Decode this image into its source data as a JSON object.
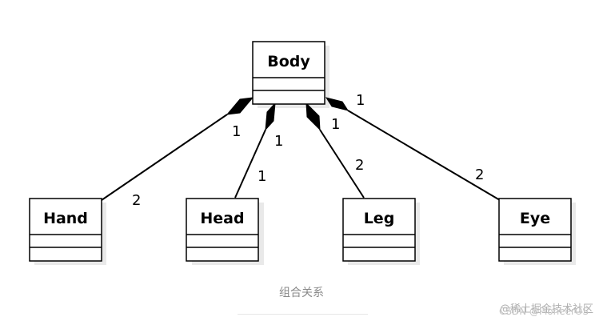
{
  "classes": {
    "body": {
      "name": "Body"
    },
    "hand": {
      "name": "Hand"
    },
    "head": {
      "name": "Head"
    },
    "leg": {
      "name": "Leg"
    },
    "eye": {
      "name": "Eye"
    }
  },
  "associations": {
    "hand": {
      "whole": "1",
      "part": "2"
    },
    "head": {
      "whole": "1",
      "part": "1"
    },
    "leg": {
      "whole": "1",
      "part": "2"
    },
    "eye": {
      "whole": "1",
      "part": "2"
    }
  },
  "caption": "组合关系",
  "watermark": {
    "line1": "@稀土掘金技术社区",
    "line2": "CSDN @PioneerOS"
  },
  "colors": {
    "line": "#000000",
    "shadow": "#e9e9e9",
    "box": "#ffffff"
  }
}
